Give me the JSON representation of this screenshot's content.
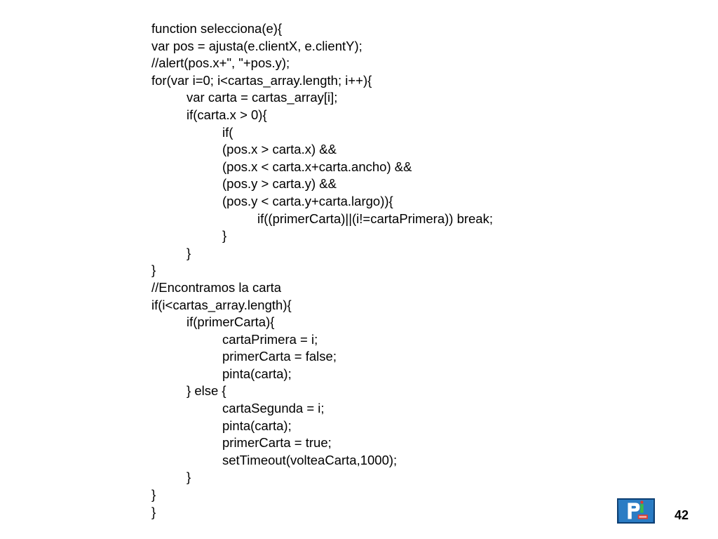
{
  "slide": {
    "number": "42"
  },
  "logo": {
    "icon": "pdi-logo-icon",
    "colors": {
      "background": "#2a7cc4",
      "border": "#0d3f73",
      "letter": "#ffffff",
      "accent_green": "#3dbb4a",
      "accent_red": "#e23b2e"
    }
  },
  "code_lines": [
    {
      "indent": 0,
      "text": "function selecciona(e){"
    },
    {
      "indent": 0,
      "text": "var pos = ajusta(e.clientX, e.clientY);"
    },
    {
      "indent": 0,
      "text": "//alert(pos.x+\", \"+pos.y);"
    },
    {
      "indent": 0,
      "text": "for(var i=0; i<cartas_array.length; i++){"
    },
    {
      "indent": 1,
      "text": "var carta = cartas_array[i];"
    },
    {
      "indent": 1,
      "text": "if(carta.x > 0){"
    },
    {
      "indent": 2,
      "text": "if("
    },
    {
      "indent": 2,
      "text": "(pos.x > carta.x) &&"
    },
    {
      "indent": 2,
      "text": "(pos.x < carta.x+carta.ancho) &&"
    },
    {
      "indent": 2,
      "text": "(pos.y > carta.y) &&"
    },
    {
      "indent": 2,
      "text": "(pos.y < carta.y+carta.largo)){"
    },
    {
      "indent": 3,
      "text": "if((primerCarta)||(i!=cartaPrimera)) break;"
    },
    {
      "indent": 2,
      "text": "}"
    },
    {
      "indent": 1,
      "text": "}"
    },
    {
      "indent": 0,
      "text": "}"
    },
    {
      "indent": 0,
      "text": "//Encontramos la carta"
    },
    {
      "indent": 0,
      "text": "if(i<cartas_array.length){"
    },
    {
      "indent": 1,
      "text": "if(primerCarta){"
    },
    {
      "indent": 2,
      "text": "cartaPrimera = i;"
    },
    {
      "indent": 2,
      "text": "primerCarta = false;"
    },
    {
      "indent": 2,
      "text": "pinta(carta);"
    },
    {
      "indent": 1,
      "text": "} else {"
    },
    {
      "indent": 2,
      "text": "cartaSegunda = i;"
    },
    {
      "indent": 2,
      "text": "pinta(carta);"
    },
    {
      "indent": 2,
      "text": "primerCarta = true;"
    },
    {
      "indent": 2,
      "text": "setTimeout(volteaCarta,1000);"
    },
    {
      "indent": 1,
      "text": "}"
    },
    {
      "indent": 0,
      "text": "}"
    },
    {
      "indent": 0,
      "text": "}"
    }
  ]
}
